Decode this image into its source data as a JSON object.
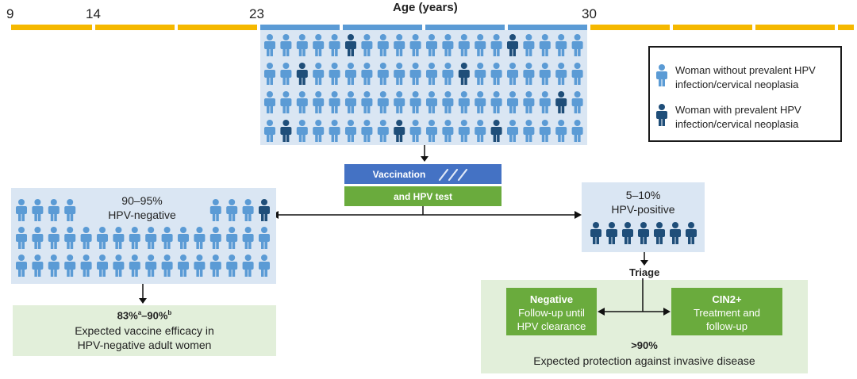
{
  "timeline": {
    "title": "Age (years)",
    "ticks": [
      "9",
      "14",
      "23",
      "30"
    ]
  },
  "legend": {
    "item1": "Woman without prevalent HPV infection/cervical neoplasia",
    "item2": "Woman with prevalent HPV infection/cervical neoplasia"
  },
  "steps": {
    "vaccination": "Vaccination",
    "hpv_test": "and HPV test",
    "triage": "Triage"
  },
  "negative_group": {
    "percent": "90–95%",
    "label": "HPV-negative"
  },
  "positive_group": {
    "percent": "5–10%",
    "label": "HPV-positive"
  },
  "efficacy": {
    "value_a": "83%",
    "sup_a": "a",
    "dash": "–",
    "value_b": "90%",
    "sup_b": "b",
    "line1": "Expected vaccine efficacy in",
    "line2": "HPV-negative adult women"
  },
  "triage_result": {
    "negative_title": "Negative",
    "negative_line1": "Follow-up until",
    "negative_line2": "HPV clearance",
    "cin_title": "CIN2+",
    "cin_line1": "Treatment and",
    "cin_line2": "follow-up",
    "protection_value": ">90%",
    "protection_text": "Expected protection against invasive disease"
  },
  "colors": {
    "light_person": "#5b9bd5",
    "dark_person": "#1f4e79",
    "timeline_yellow": "#f5b800",
    "timeline_blue": "#5b9bd5",
    "vaccination_blue": "#4472c4",
    "test_green": "#6aab3d",
    "panel_blue": "#dae6f3",
    "panel_green": "#e2efda"
  }
}
